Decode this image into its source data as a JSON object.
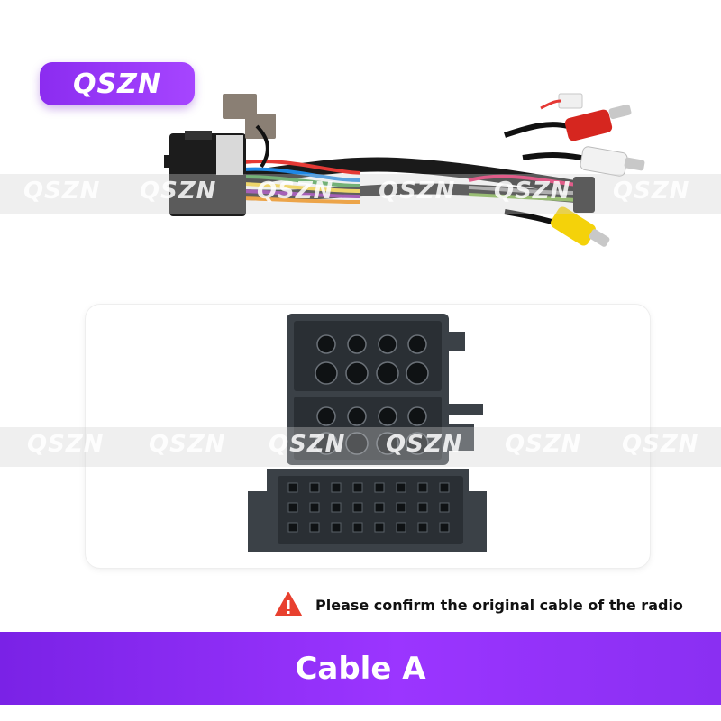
{
  "brand": {
    "name": "QSZN",
    "badge_color": "#9a3cf7"
  },
  "watermark": {
    "text": "QSZN"
  },
  "notice": {
    "text": "Please confirm the original cable of the radio",
    "icon": "warning-icon",
    "icon_color": "#e8402f"
  },
  "banner": {
    "label": "Cable A",
    "color": "#8a2ff2"
  }
}
